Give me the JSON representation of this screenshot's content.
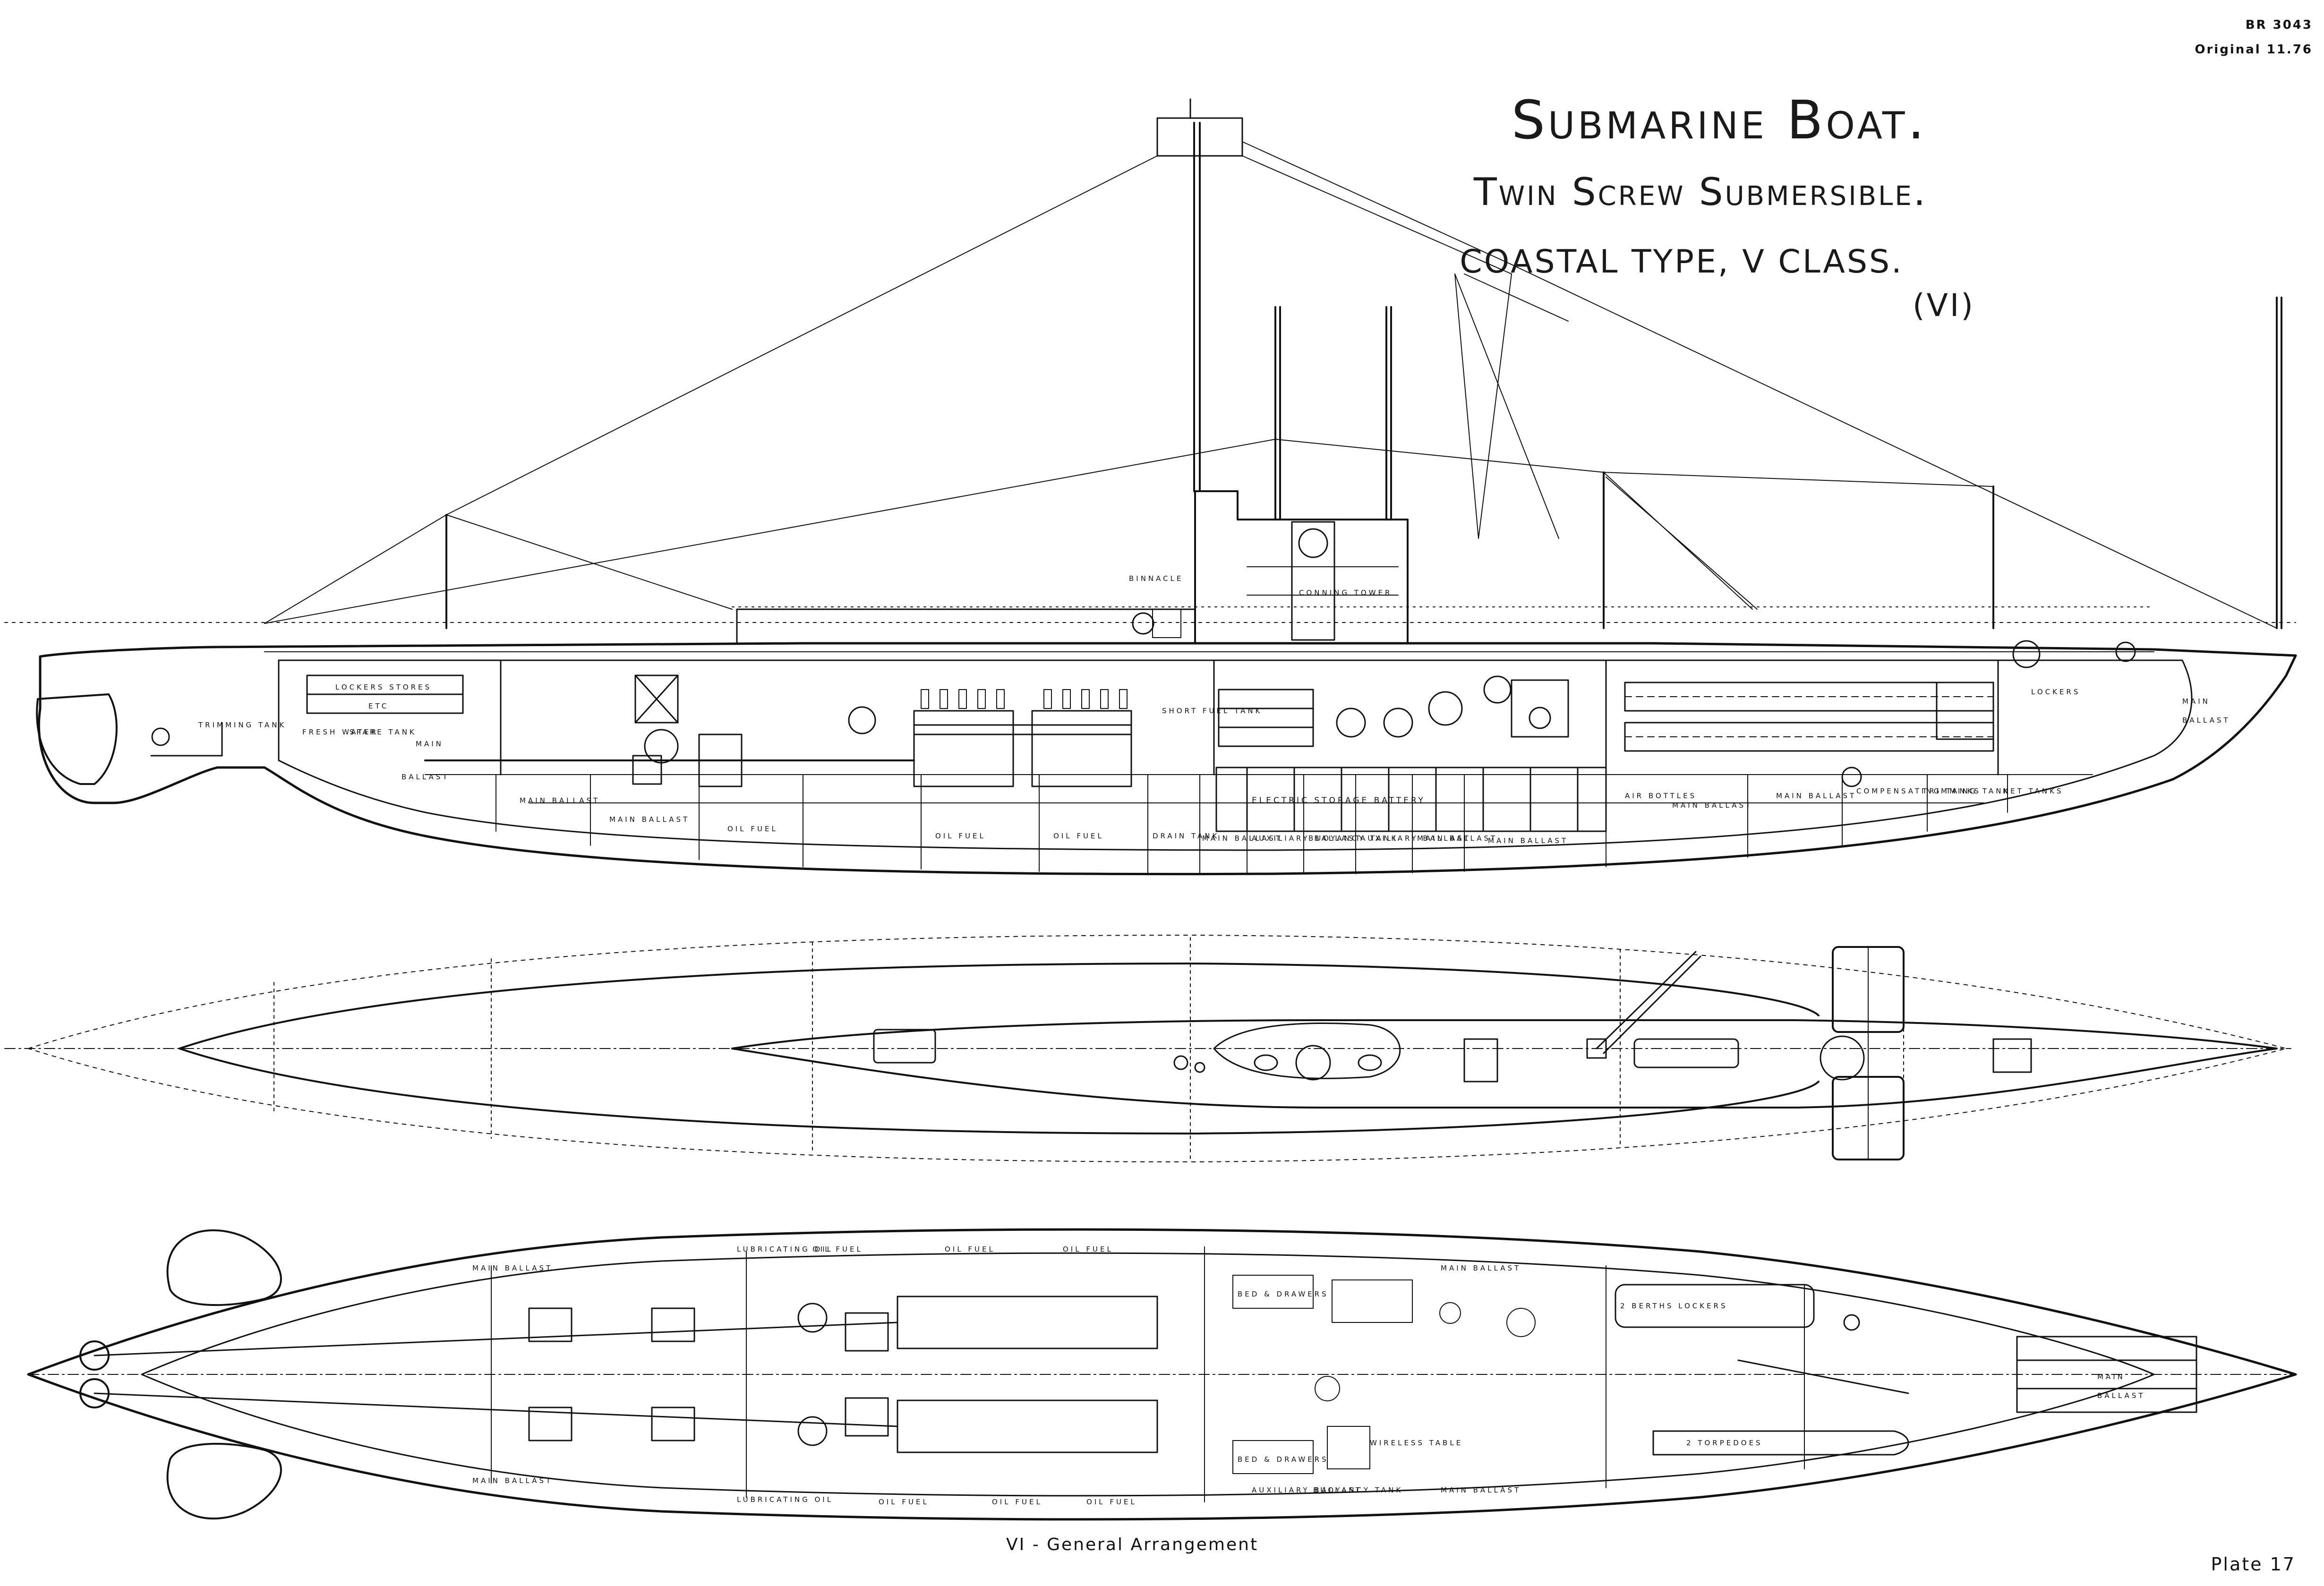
{
  "reference": {
    "doc": "BR 3043",
    "edition": "Original 11.76"
  },
  "title": {
    "main": "Submarine Boat.",
    "line2": "Twin Screw Submersible.",
    "line3": "COASTAL TYPE, V CLASS.",
    "line4": "(VI)"
  },
  "caption": "VI - General Arrangement",
  "plate": "Plate 17",
  "elevation_labels": {
    "lockers_stores": "LOCKERS  STORES",
    "etc": "ETC",
    "trimming_tank": "TRIMMING TANK",
    "fresh_water": "FRESH WATER",
    "spare_tank": "SPARE TANK",
    "main_ballast": "MAIN BALLAST",
    "main": "MAIN",
    "ballast": "BALLAST",
    "oil_fuel": "OIL   FUEL",
    "drain_tank": "DRAIN TANK",
    "auxiliary_ballast": "AUXILIARY BALLAST",
    "buoyancy_tank": "BUOYANCY TANK",
    "electric_storage_battery": "ELECTRIC   STORAGE   BATTERY",
    "air_bottles": "AIR BOTTLES",
    "compensating_tanks": "COMPENSATING TANKS",
    "trimming_tank_fwd": "TRIMMING TANK",
    "net_tanks": "NET TANKS",
    "binnacle": "BINNACLE",
    "conning_tower": "CONNING TOWER",
    "short_fuel_tank": "SHORT FUEL TANK",
    "lockers": "LOCKERS"
  },
  "plan_labels": {
    "main_ballast": "MAIN BALLAST",
    "lubricating_oil": "LUBRICATING OIL",
    "oil_fuel": "OIL  FUEL",
    "beds_drawers": "BED & DRAWERS",
    "auxiliary_ballast": "AUXILIARY BALLAST",
    "buoyancy_tank": "BUOYANCY TANK",
    "berths_lockers": "2 BERTHS LOCKERS",
    "torpedoes": "2 TORPEDOES",
    "wireless_table": "WIRELESS TABLE",
    "main": "MAIN",
    "ballast": "BALLAST"
  }
}
